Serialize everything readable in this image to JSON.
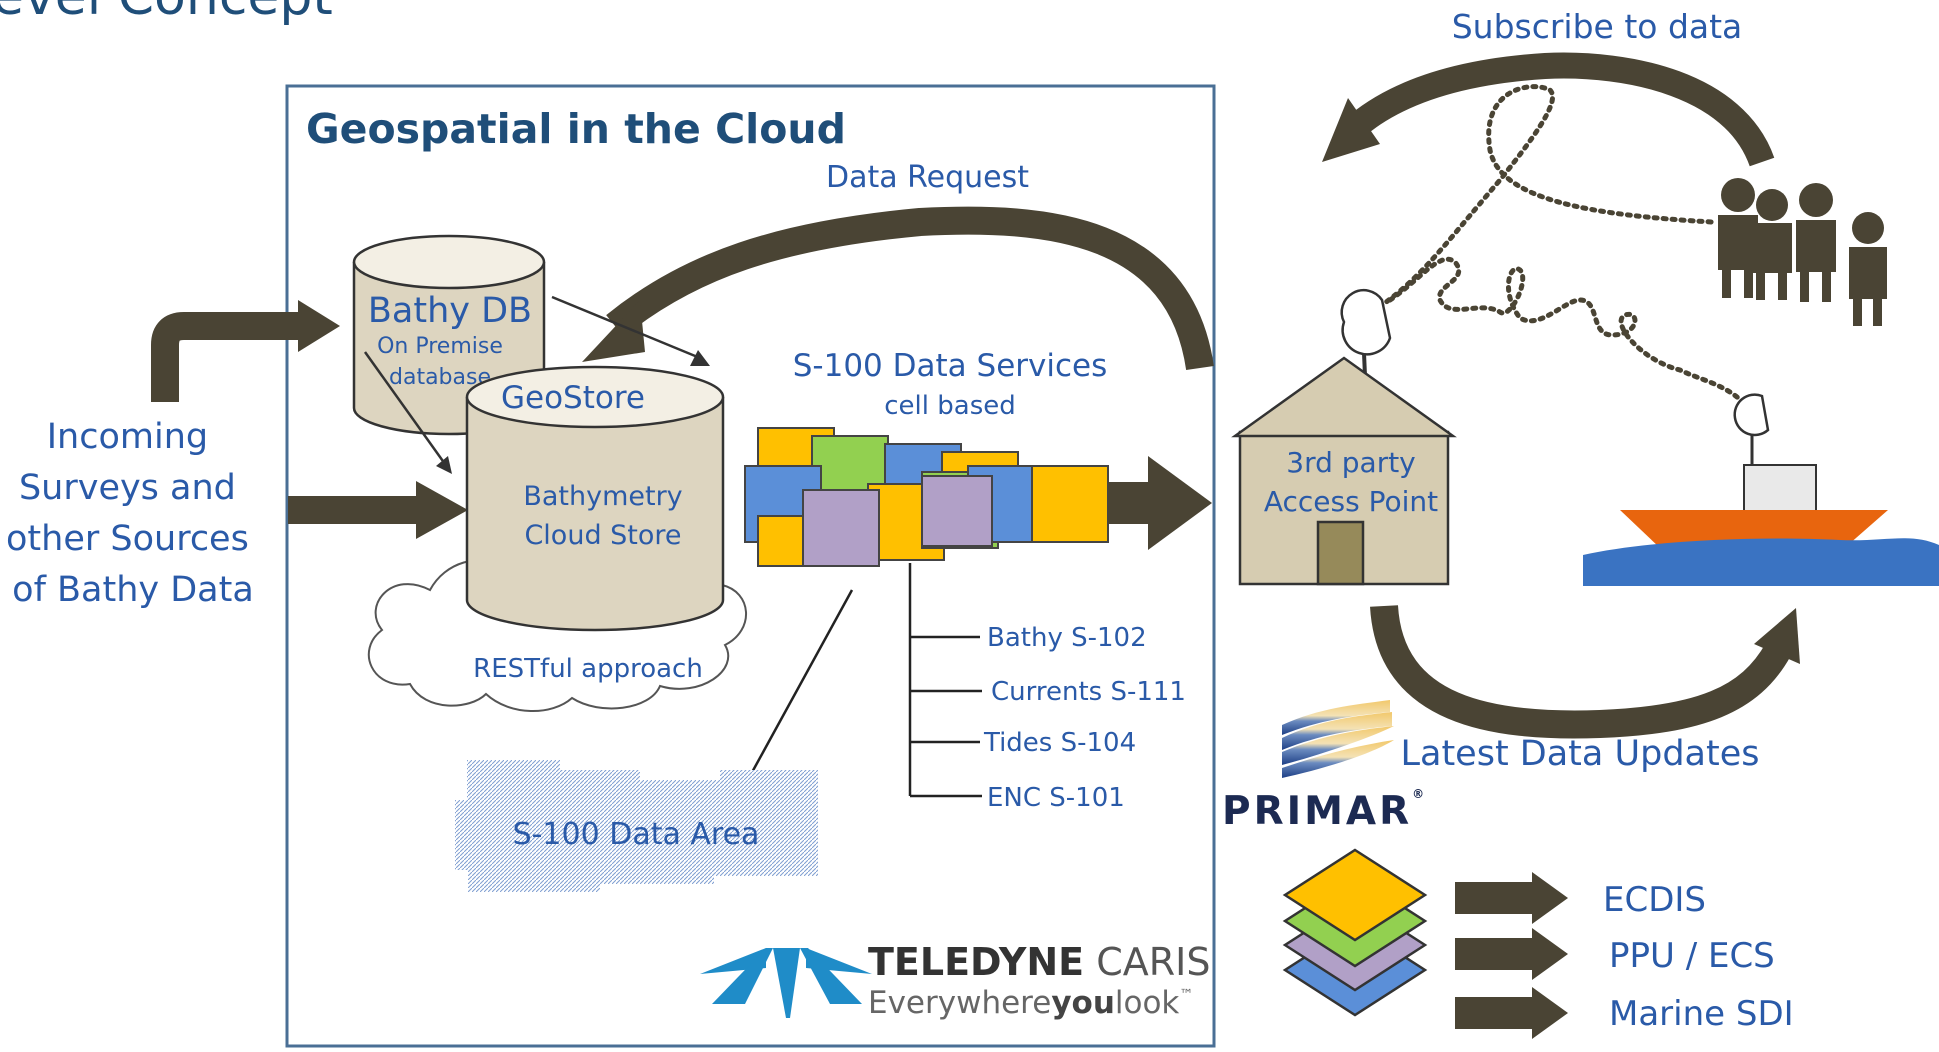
{
  "title_fragment": "evel Concept",
  "cloud_panel": {
    "title": "Geospatial in the Cloud",
    "data_request": "Data Request",
    "bathy_db": {
      "title": "Bathy DB",
      "sub1": "On Premise",
      "sub2": "database"
    },
    "geostore": {
      "title": "GeoStore",
      "line1": "Bathymetry",
      "line2": "Cloud Store",
      "approach": "RESTful approach"
    },
    "services": {
      "title": "S-100 Data Services",
      "sub": "cell based"
    },
    "products": [
      "Bathy S-102",
      "Currents S-111",
      "Tides S-104",
      "ENC S-101"
    ],
    "data_area": "S-100 Data Area",
    "teledyne": {
      "name_bold": "TELEDYNE",
      "name_light": " CARIS",
      "tag_light": "Everywhere",
      "tag_bold": "you",
      "tag_end": "look",
      "tm": "™"
    }
  },
  "incoming": [
    "Incoming",
    "Surveys and",
    "other Sources",
    "of Bathy Data"
  ],
  "subscribe": "Subscribe to data",
  "access_point": [
    "3rd party",
    "Access Point"
  ],
  "latest_updates": "Latest Data Updates",
  "primar": {
    "name": "PRIMAR",
    "reg": "®"
  },
  "outputs": [
    "ECDIS",
    "PPU / ECS",
    "Marine SDI"
  ],
  "colors": {
    "title_blue": "#1f4e79",
    "text_blue": "#2a5aa8",
    "arrow_dark": "#4a4434",
    "cylinder_fill": "#ddd5c0",
    "house_fill": "#d6ccb1",
    "teledyne_blue": "#1f8cc8",
    "sea_blue": "#3a73c2",
    "boat_orange": "#e8650e"
  }
}
